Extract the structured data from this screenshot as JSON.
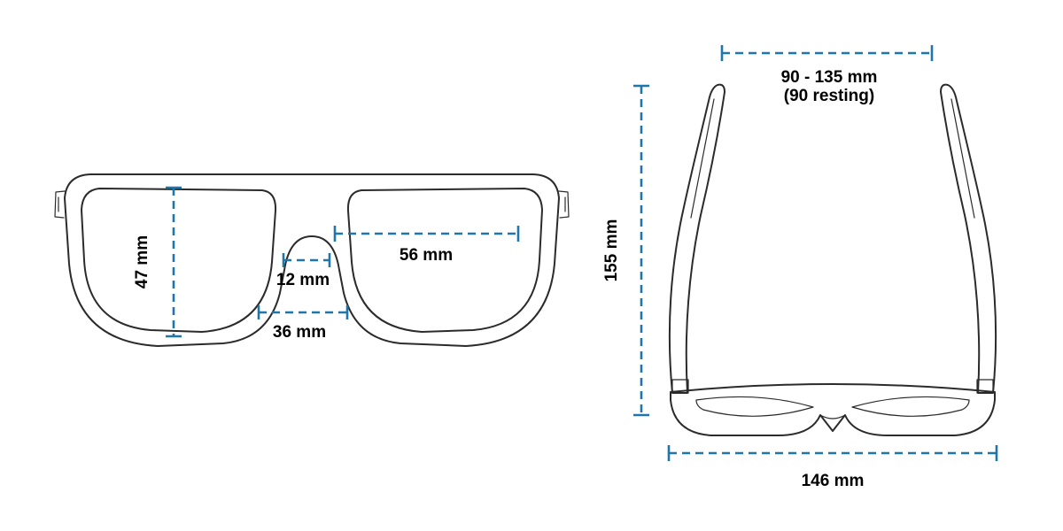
{
  "diagram_title": "Sunglasses dimensions diagram",
  "colors": {
    "dimension_line": "#1f76a8",
    "outline": "#2b2b2b",
    "label_text": "#000000",
    "background": "#ffffff"
  },
  "front_view": {
    "name": "front-view",
    "labels": {
      "lens_height": "47 mm",
      "lens_width": "56 mm",
      "bridge_width": "12 mm",
      "nose_width": "36 mm"
    }
  },
  "top_view": {
    "name": "top-view",
    "labels": {
      "temple_spread_range": "90 - 135 mm",
      "temple_spread_note": "(90 resting)",
      "temple_length": "155 mm",
      "frame_width": "146 mm"
    }
  }
}
